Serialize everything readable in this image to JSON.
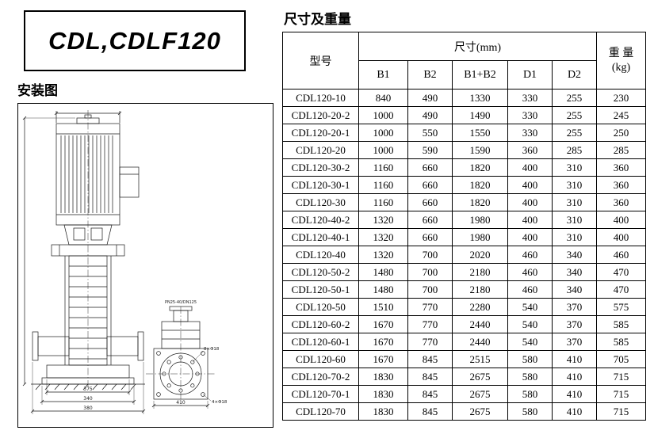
{
  "page": {
    "product_title": "CDL,CDLF120",
    "diagram_heading": "安装图",
    "table_heading": "尺寸及重量"
  },
  "table": {
    "col_model": "型号",
    "col_dims": "尺寸(mm)",
    "col_weight_line1": "重 量",
    "col_weight_line2": "(kg)",
    "dim_headers": [
      "B1",
      "B2",
      "B1+B2",
      "D1",
      "D2"
    ],
    "rows": [
      [
        "CDL120-10",
        "840",
        "490",
        "1330",
        "330",
        "255",
        "230"
      ],
      [
        "CDL120-20-2",
        "1000",
        "490",
        "1490",
        "330",
        "255",
        "245"
      ],
      [
        "CDL120-20-1",
        "1000",
        "550",
        "1550",
        "330",
        "255",
        "250"
      ],
      [
        "CDL120-20",
        "1000",
        "590",
        "1590",
        "360",
        "285",
        "285"
      ],
      [
        "CDL120-30-2",
        "1160",
        "660",
        "1820",
        "400",
        "310",
        "360"
      ],
      [
        "CDL120-30-1",
        "1160",
        "660",
        "1820",
        "400",
        "310",
        "360"
      ],
      [
        "CDL120-30",
        "1160",
        "660",
        "1820",
        "400",
        "310",
        "360"
      ],
      [
        "CDL120-40-2",
        "1320",
        "660",
        "1980",
        "400",
        "310",
        "400"
      ],
      [
        "CDL120-40-1",
        "1320",
        "660",
        "1980",
        "400",
        "310",
        "400"
      ],
      [
        "CDL120-40",
        "1320",
        "700",
        "2020",
        "460",
        "340",
        "460"
      ],
      [
        "CDL120-50-2",
        "1480",
        "700",
        "2180",
        "460",
        "340",
        "470"
      ],
      [
        "CDL120-50-1",
        "1480",
        "700",
        "2180",
        "460",
        "340",
        "470"
      ],
      [
        "CDL120-50",
        "1510",
        "770",
        "2280",
        "540",
        "370",
        "575"
      ],
      [
        "CDL120-60-2",
        "1670",
        "770",
        "2440",
        "540",
        "370",
        "585"
      ],
      [
        "CDL120-60-1",
        "1670",
        "770",
        "2440",
        "540",
        "370",
        "585"
      ],
      [
        "CDL120-60",
        "1670",
        "845",
        "2515",
        "580",
        "410",
        "705"
      ],
      [
        "CDL120-70-2",
        "1830",
        "845",
        "2675",
        "580",
        "410",
        "715"
      ],
      [
        "CDL120-70-1",
        "1830",
        "845",
        "2675",
        "580",
        "410",
        "715"
      ],
      [
        "CDL120-70",
        "1830",
        "845",
        "2675",
        "580",
        "410",
        "715"
      ]
    ]
  },
  "drawing": {
    "labels": {
      "bottom_dim1": "375",
      "bottom_dim2": "340",
      "bottom_dim3": "380",
      "base_dim": "410",
      "flange_note": "8×Φ18",
      "anchor_note": "4×Φ18",
      "port_note": "PN25-40/DN125"
    }
  }
}
